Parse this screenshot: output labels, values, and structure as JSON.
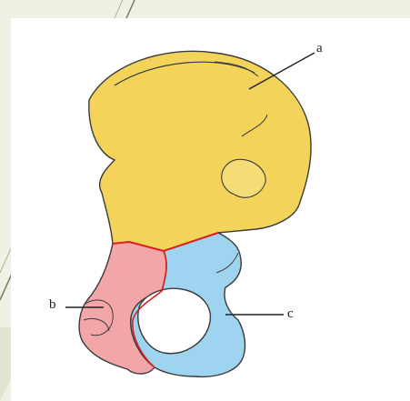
{
  "figure": {
    "labels": {
      "a": "a",
      "b": "b",
      "c": "c"
    },
    "colors": {
      "background": "#eef1e4",
      "panel": "#ffffff",
      "ilium": "#f3d35a",
      "ischium": "#f2a6a8",
      "pubis": "#9fd4f0",
      "suture": "#d91f1f",
      "outline": "#3a3a3a"
    }
  }
}
